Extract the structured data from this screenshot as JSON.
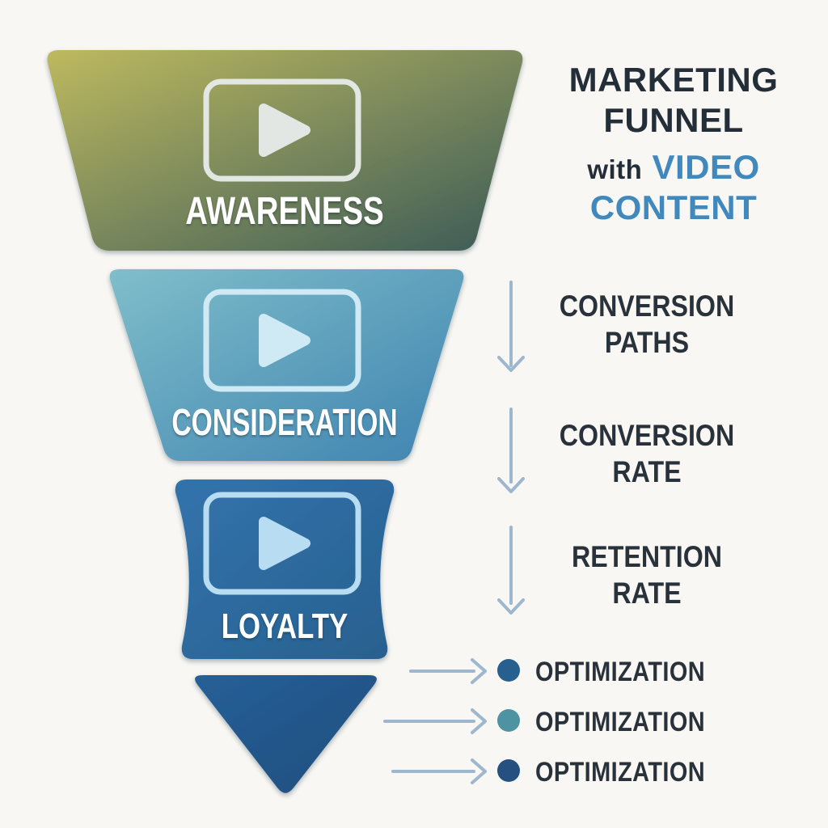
{
  "title": {
    "line1": "MARKETING",
    "line2": "FUNNEL",
    "prefix": "with",
    "accent_line1": "VIDEO",
    "accent_line2": "CONTENT"
  },
  "funnel_stages": [
    {
      "label": "AWARENESS",
      "icon": "video-play-icon",
      "color_from": "#bdb95e",
      "color_to": "#3b5a58"
    },
    {
      "label": "CONSIDERATION",
      "icon": "video-play-icon",
      "color_from": "#7fbeca",
      "color_to": "#3f83b0"
    },
    {
      "label": "LOYALTY",
      "icon": "video-play-icon",
      "color_from": "#3273ac",
      "color_to": "#28608f"
    },
    {
      "label": "",
      "icon": "",
      "color_from": "#266097",
      "color_to": "#1e4d7e"
    }
  ],
  "metrics": [
    {
      "line1": "CONVERSION",
      "line2": "PATHS"
    },
    {
      "line1": "CONVERSION",
      "line2": "RATE"
    },
    {
      "line1": "RETENTION",
      "line2": "RATE"
    }
  ],
  "optimizations": [
    {
      "label": "OPTIMIZATION",
      "dot_color": "#27608f"
    },
    {
      "label": "OPTIMIZATION",
      "dot_color": "#4e93a2"
    },
    {
      "label": "OPTIMIZATION",
      "dot_color": "#25507f"
    }
  ],
  "colors": {
    "background": "#f8f7f3",
    "title_dark": "#232e38",
    "title_accent": "#4189bd",
    "label_dark": "#29323b",
    "arrow": "#9db7cf",
    "stage_text": "#ffffff",
    "icon_light_1": "#e2e7e3",
    "icon_light_2": "#cfeaf5",
    "icon_light_3": "#b8ddf2"
  }
}
